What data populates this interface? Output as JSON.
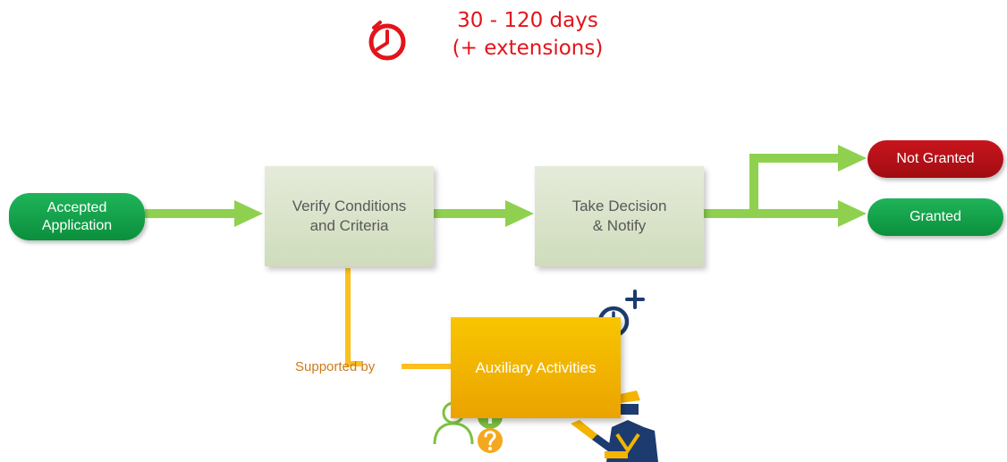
{
  "duration": {
    "line1": "30 - 120 days",
    "line2": "(+ extensions)"
  },
  "nodes": {
    "start": {
      "line1": "Accepted",
      "line2": "Application"
    },
    "verify": {
      "line1": "Verify Conditions",
      "line2": "and Criteria"
    },
    "decision": {
      "line1": "Take Decision",
      "line2": "& Notify"
    },
    "not_granted": "Not Granted",
    "granted": "Granted",
    "auxiliary": "Auxiliary Activities"
  },
  "connector_label": "Supported by",
  "icons": [
    "clock-icon",
    "clock-plus-icon",
    "person-icon",
    "info-icon",
    "question-icon",
    "border-officer-icon"
  ],
  "colors": {
    "arrow": "#8fd14f",
    "support_line": "#fbbf1e",
    "duration": "#e3141b",
    "granted": "#13a24b",
    "not_granted": "#b8101a",
    "auxiliary": "#f4b400",
    "step": "#d9e3c8",
    "icon_navy": "#1d3b6e"
  }
}
